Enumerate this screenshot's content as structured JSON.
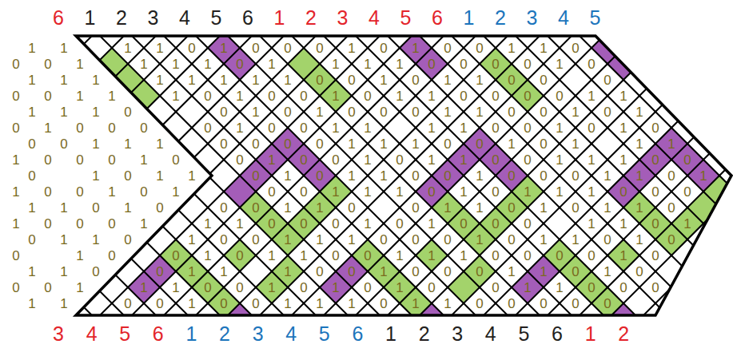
{
  "diagram": {
    "labels": [
      "6",
      "1",
      "2",
      "3",
      "4",
      "5",
      "6",
      "1",
      "2",
      "3",
      "4",
      "5",
      "6",
      "1",
      "2",
      "3",
      "4",
      "5",
      "3",
      "4",
      "5",
      "6",
      "1",
      "2",
      "3",
      "4",
      "5",
      "6",
      "1",
      "2",
      "3",
      "4",
      "5",
      "6",
      "1",
      "2",
      "1",
      "1",
      "1",
      "1",
      "0",
      "1",
      "0",
      "0",
      "0",
      "1",
      "0",
      "1",
      "0",
      "0",
      "1",
      "1",
      "0",
      "0",
      "0",
      "1",
      "1",
      "1",
      "1",
      "0",
      "1",
      "1",
      "1",
      "1",
      "0",
      "0",
      "0",
      "0",
      "1",
      "0",
      "1",
      "1",
      "1",
      "1",
      "1",
      "1",
      "1",
      "1",
      "0",
      "0",
      "1",
      "0",
      "1",
      "1",
      "0",
      "0",
      "0",
      "0",
      "0",
      "1",
      "1",
      "1",
      "0",
      "1",
      "0",
      "0",
      "1",
      "0",
      "1",
      "1",
      "0",
      "0",
      "0",
      "0",
      "1",
      "1",
      "1",
      "1",
      "1",
      "0",
      "0",
      "1",
      "0",
      "1",
      "0",
      "0",
      "0",
      "1",
      "1",
      "0",
      "0",
      "1",
      "0",
      "1",
      "0",
      "1",
      "0",
      "0",
      "0",
      "0",
      "1",
      "0",
      "0",
      "1",
      "1",
      "1",
      "1",
      "0",
      "0",
      "1",
      "0",
      "1",
      "0",
      "0",
      "0",
      "1",
      "1",
      "1",
      "0",
      "0",
      "0",
      "0",
      "1",
      "1",
      "1",
      "0",
      "0",
      "1",
      "0",
      "1",
      "1",
      "1",
      "1",
      "0",
      "0",
      "0",
      "1",
      "0",
      "0",
      "1",
      "0",
      "0",
      "1",
      "0",
      "1",
      "1",
      "0",
      "0",
      "1",
      "1",
      "1",
      "0",
      "0",
      "0",
      "1",
      "0",
      "1",
      "1",
      "0",
      "1",
      "0",
      "1",
      "1",
      "0",
      "0",
      "1",
      "0",
      "0",
      "0",
      "1",
      "1",
      "0",
      "1",
      "1",
      "0",
      "0",
      "1",
      "0",
      "1",
      "0",
      "0",
      "1",
      "1",
      "1",
      "0",
      "1",
      "0",
      "1",
      "1",
      "1",
      "0",
      "0",
      "0",
      "1",
      "1",
      "0",
      "1",
      "0",
      "0",
      "0",
      "1",
      "1",
      "0",
      "0",
      "1",
      "1",
      "0",
      "1",
      "0",
      "1",
      "1",
      "0",
      "1",
      "0",
      "0",
      "0",
      "1",
      "1",
      "1",
      "0",
      "0",
      "0",
      "1",
      "0",
      "1",
      "0",
      "0",
      "0",
      "1",
      "1",
      "0",
      "1",
      "0",
      "1",
      "1",
      "0",
      "1",
      "0",
      "0",
      "1",
      "1",
      "1",
      "0",
      "0",
      "0",
      "1",
      "0",
      "1",
      "1",
      "0",
      "1",
      "0",
      "0",
      "1",
      "0",
      "0",
      "1",
      "0",
      "1",
      "1",
      "0",
      "0",
      "1",
      "1",
      "1",
      "0",
      "0",
      "0",
      "0",
      "1",
      "0",
      "1",
      "1",
      "0",
      "0",
      "1",
      "1",
      "1",
      "0",
      "0",
      "1",
      "0",
      "0",
      "0",
      "1",
      "1",
      "0",
      "1",
      "0",
      "0",
      "0",
      "1",
      "1",
      "1",
      "0",
      "0",
      "1",
      "0",
      "1",
      "0",
      "1",
      "0",
      "0",
      "1",
      "1",
      "0",
      "0",
      "0",
      "1",
      "1",
      "0",
      "0",
      "1",
      "0",
      "0",
      "1",
      "1",
      "1",
      "0",
      "1",
      "1",
      "0",
      "0",
      "0",
      "0",
      "0"
    ]
  }
}
